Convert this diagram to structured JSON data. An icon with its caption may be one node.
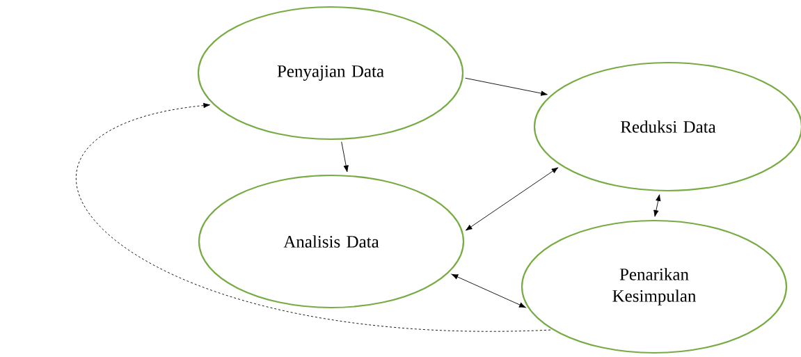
{
  "diagram": {
    "nodes": [
      {
        "text": [
          "Penyajian Data"
        ]
      },
      {
        "text": [
          "Reduksi Data"
        ]
      },
      {
        "text": [
          "Analisis Data"
        ]
      },
      {
        "text": [
          "Penarikan Kesimpulan"
        ]
      }
    ],
    "edges": [
      {
        "from": 0,
        "to": 1,
        "arrow": "to"
      },
      {
        "from": 0,
        "to": 2,
        "arrow": "to"
      },
      {
        "from": 1,
        "to": 2,
        "arrow": "both"
      },
      {
        "from": 1,
        "to": 3,
        "arrow": "both"
      },
      {
        "from": 2,
        "to": 3,
        "arrow": "both"
      },
      {
        "from": 3,
        "to": 0,
        "arrow": "to",
        "style": "dashed"
      }
    ]
  }
}
